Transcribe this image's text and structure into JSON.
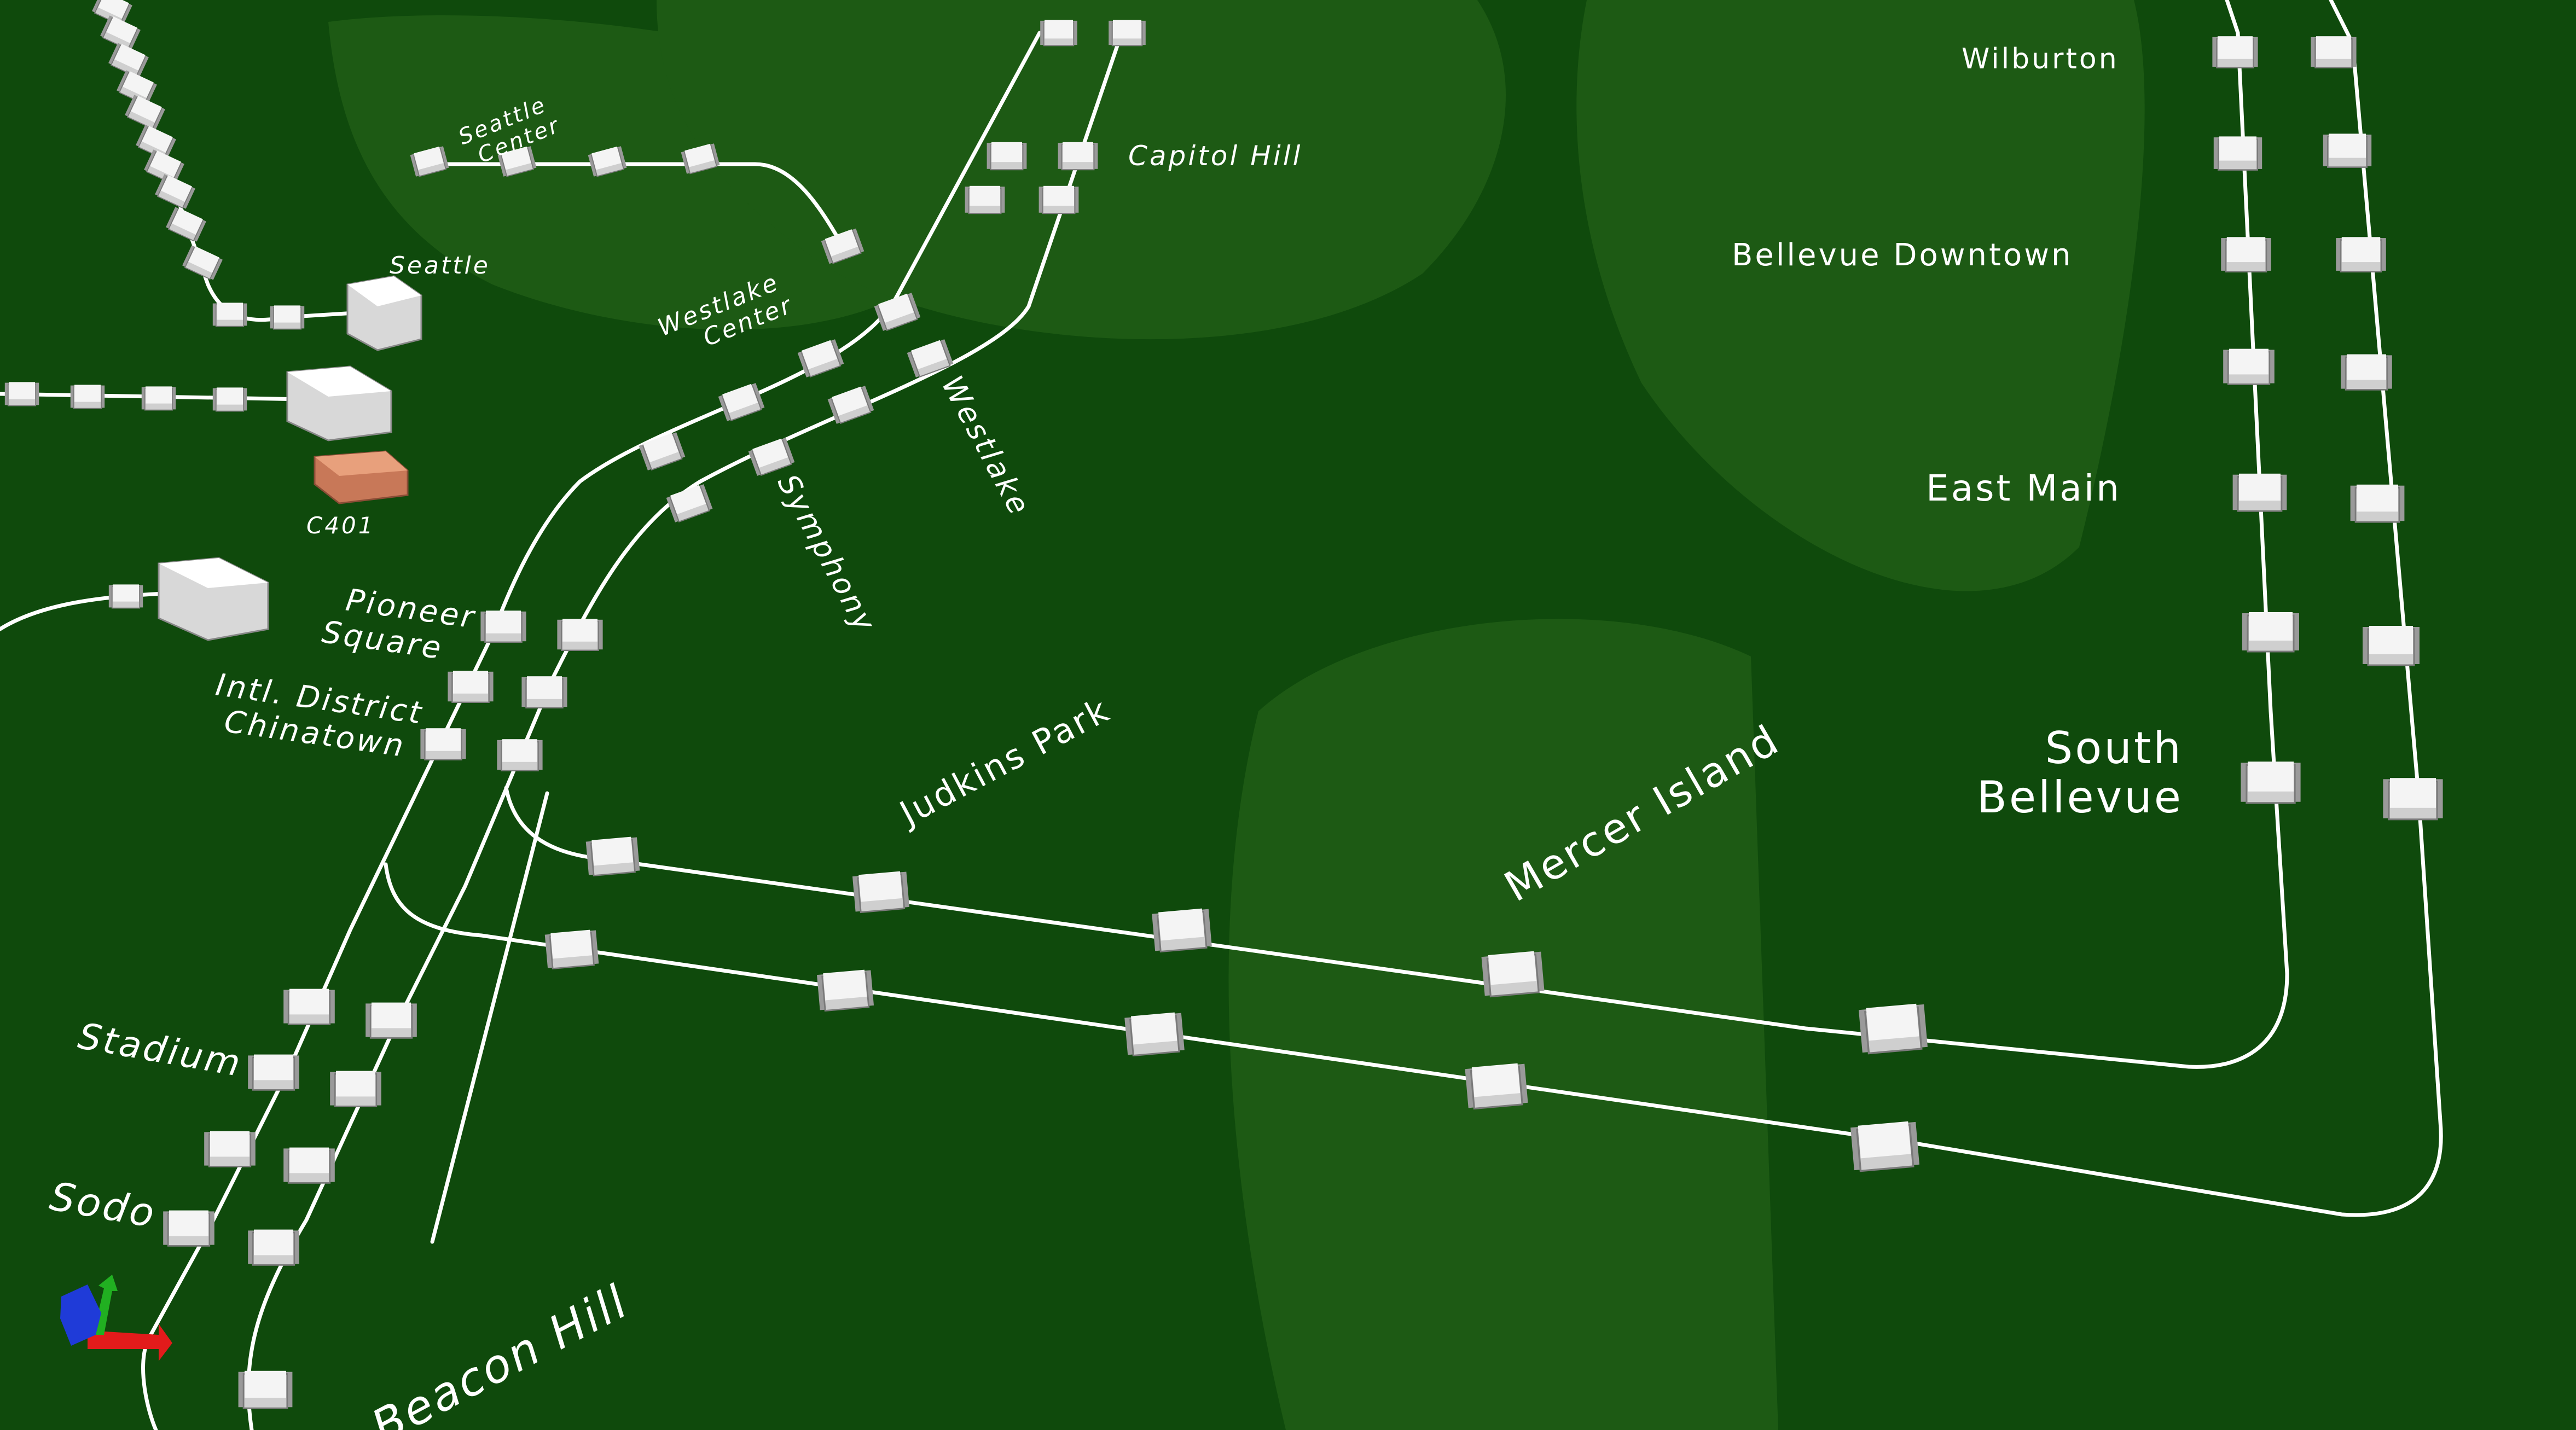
{
  "board": {
    "background_color": "#0f4a0c",
    "copper_pour_color": "#1d5a14",
    "trace_color": "#ffffff",
    "component_body_color": "#f2f2f2",
    "highlight_component_color": "#e8a07c"
  },
  "labels": {
    "seattle_center": "Seattle\nCenter",
    "westlake_center": "Westlake\nCenter",
    "seattle": "Seattle",
    "capitol_hill": "Capitol Hill",
    "westlake": "Westlake",
    "symphony": "Symphony",
    "pioneer_square": "Pioneer\nSquare",
    "intl_district": "Intl. District\nChinatown",
    "judkins_park": "Judkins Park",
    "mercer_island": "Mercer Island",
    "stadium": "Stadium",
    "sodo": "Sodo",
    "beacon_hill": "Beacon Hill",
    "wilburton": "Wilburton",
    "bellevue_downtown": "Bellevue Downtown",
    "east_main": "East Main",
    "south_bellevue": "South\nBellevue",
    "c401": "C401"
  },
  "axis_gizmo": {
    "x_color": "#e21b1b",
    "y_color": "#21b021",
    "z_color": "#1f3bd8"
  }
}
